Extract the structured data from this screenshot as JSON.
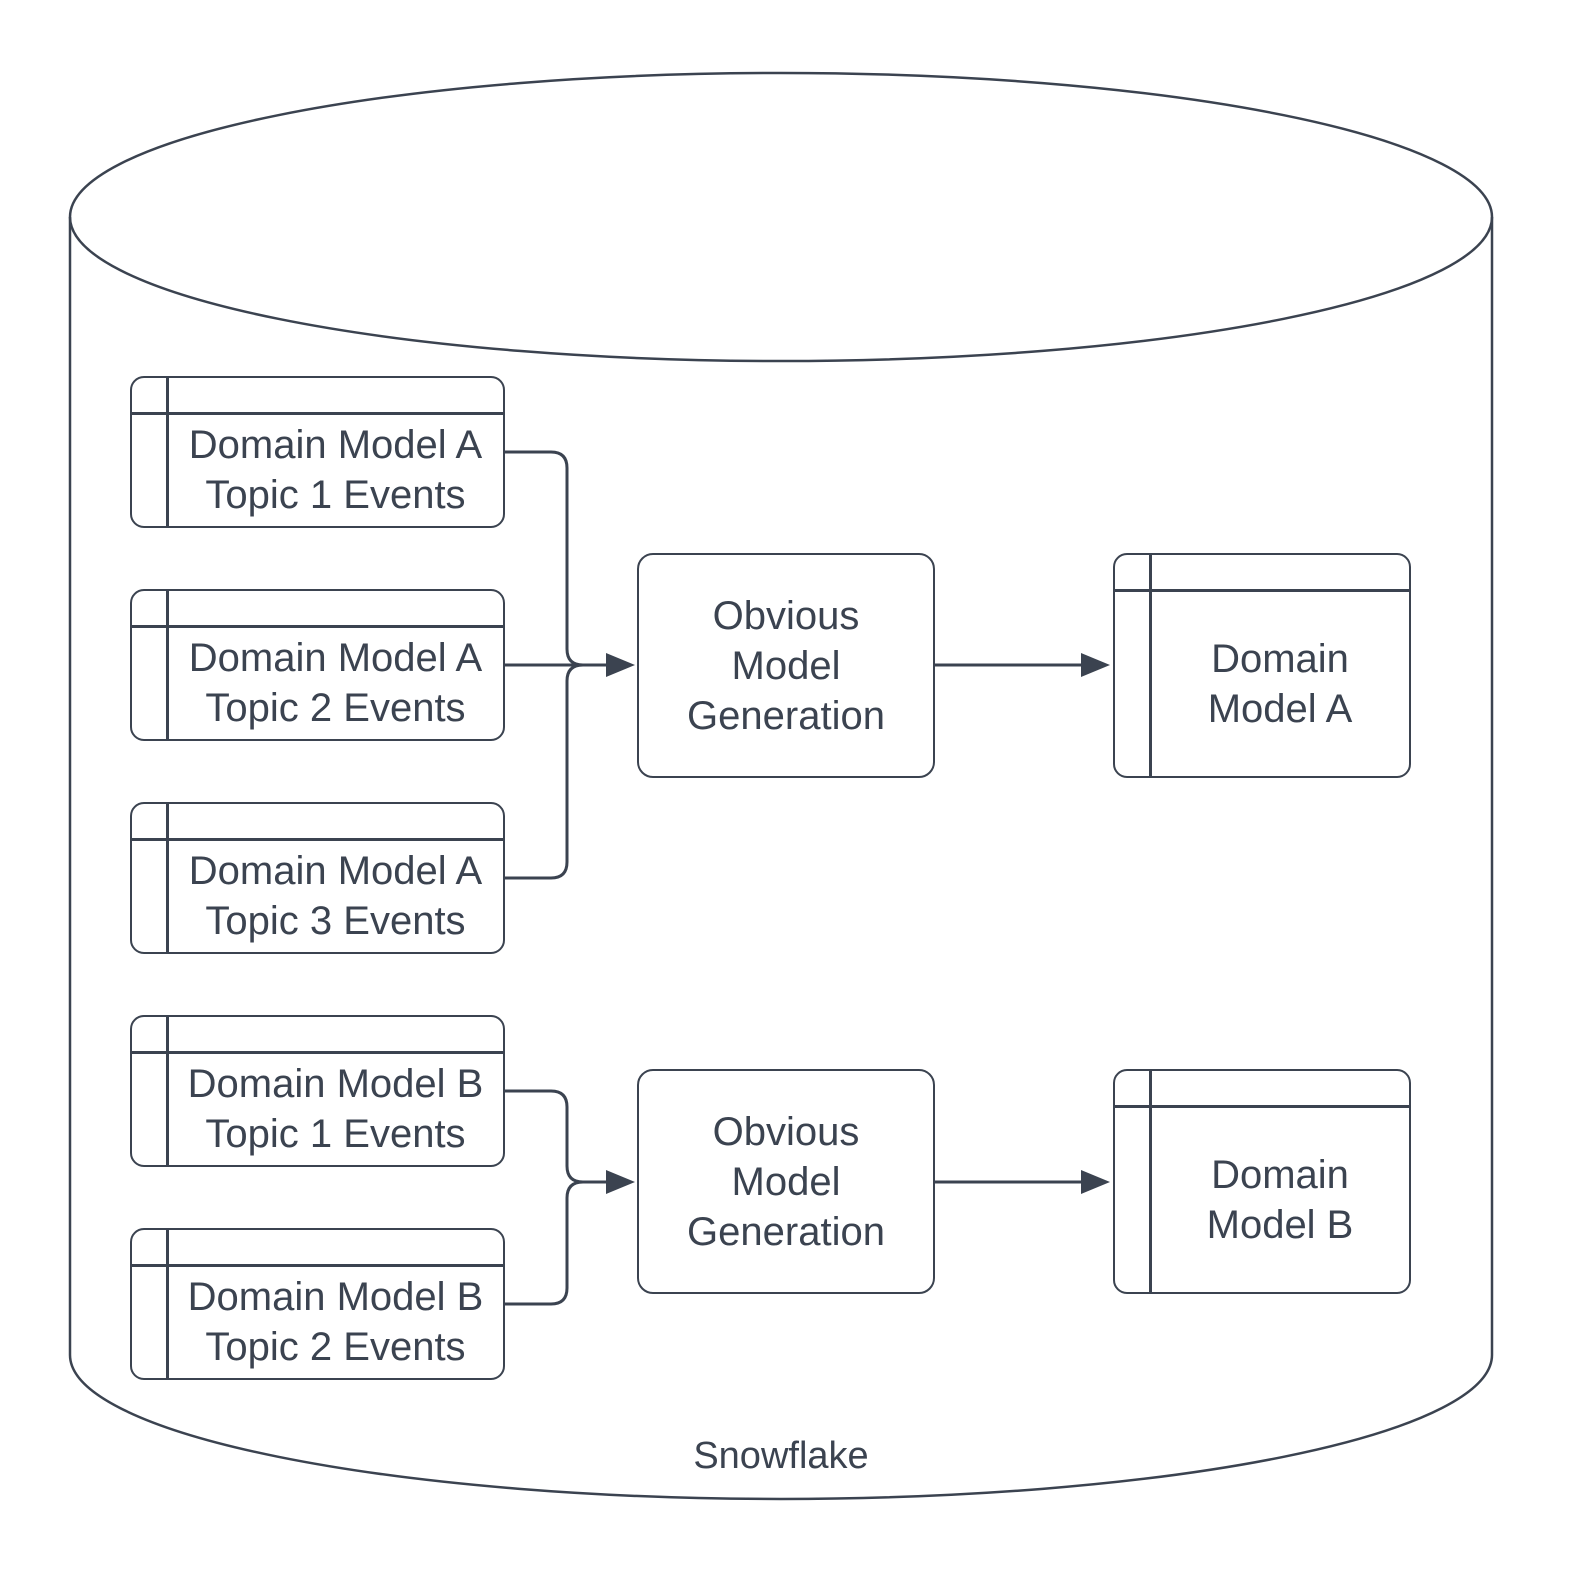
{
  "colors": {
    "line": "#3b4350",
    "background": "#ffffff"
  },
  "cylinder": {
    "label": "Snowflake"
  },
  "flows": [
    {
      "sources": [
        {
          "lines": [
            "Domain Model A",
            "Topic 1 Events"
          ]
        },
        {
          "lines": [
            "Domain Model A",
            "Topic 2 Events"
          ]
        },
        {
          "lines": [
            "Domain Model A",
            "Topic 3 Events"
          ]
        }
      ],
      "process": {
        "lines": [
          "Obvious",
          "Model",
          "Generation"
        ]
      },
      "output": {
        "lines": [
          "Domain",
          "Model A"
        ]
      }
    },
    {
      "sources": [
        {
          "lines": [
            "Domain Model B",
            "Topic 1 Events"
          ]
        },
        {
          "lines": [
            "Domain Model B",
            "Topic 2 Events"
          ]
        }
      ],
      "process": {
        "lines": [
          "Obvious",
          "Model",
          "Generation"
        ]
      },
      "output": {
        "lines": [
          "Domain",
          "Model B"
        ]
      }
    }
  ]
}
